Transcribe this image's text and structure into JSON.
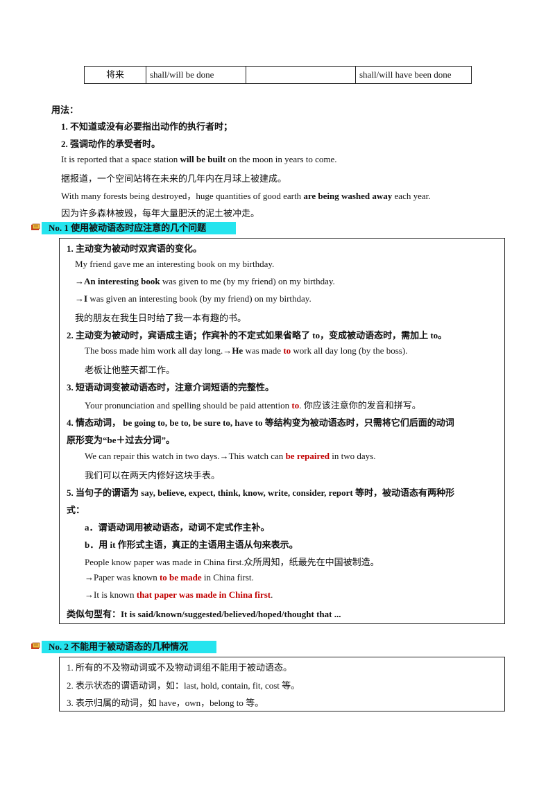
{
  "table_row": {
    "tense": "将来",
    "simple": "shall/will  be done",
    "progressive": "",
    "perfect": "shall/will have  been done"
  },
  "usage": {
    "title": "用法：",
    "point1": "1. 不知道或没有必要指出动作的执行者时；",
    "point2": "2. 强调动作的承受者时。",
    "ex1": {
      "pre": "It is reported that a space station ",
      "bold": "will be built",
      "post": " on the moon in years to come."
    },
    "ex1_cn": "据报道，一个空间站将在未来的几年内在月球上被建成。",
    "ex2": {
      "pre": "With many forests being destroyed，huge quantities of good earth ",
      "bold": "are being washed away",
      "post": " each year."
    },
    "ex2_cn": "因为许多森林被毁，每年大量肥沃的泥土被冲走。"
  },
  "section1": {
    "header": "No. 1    使用被动语态时应注意的几个问题",
    "r1_title": "1. 主动变为被动时双宾语的变化。",
    "r1_ex": "My friend gave me an interesting book on my birthday.",
    "r1_a": {
      "arrow": "→",
      "bold": "An interesting book",
      "post": " was given to me (by my friend) on my birthday."
    },
    "r1_b": {
      "arrow": "→",
      "bold": "I",
      "post": " was given an interesting book (by my friend) on my birthday."
    },
    "r1_cn": "我的朋友在我生日时给了我一本有趣的书。",
    "r2_title": "2. 主动变为被动时，宾语成主语；作宾补的不定式如果省略了 to，变成被动语态时，需加上 to。",
    "r2_ex": {
      "pre": "The boss made him work all day long.→",
      "bold": "He",
      "mid": " was made ",
      "red": "to",
      "post": " work all day long (by the boss)."
    },
    "r2_cn": "老板让他整天都工作。",
    "r3_title": "3. 短语动词变被动语态时，注意介词短语的完整性。",
    "r3_ex": {
      "pre": "Your pronunciation and spelling should be paid attention ",
      "red": "to",
      "post": ". 你应该注意你的发音和拼写。"
    },
    "r4_title_l1": "4. 情态动词，  be going to, be to, be sure to, have to 等结构变为被动语态时，只需将它们后面的动词",
    "r4_title_l2": "原形变为“be＋过去分词”。",
    "r4_ex": {
      "pre": "We can repair this watch in two days.→This watch can ",
      "red": "be repaired",
      "post": " in two days."
    },
    "r4_cn": "我们可以在两天内修好这块手表。",
    "r5_title_l1": "5. 当句子的谓语为 say, believe, expect, think, know, write, consider, report 等时，被动语态有两种形",
    "r5_title_l2": "式：",
    "r5_a": "a．谓语动词用被动语态，动词不定式作主补。",
    "r5_b": "b．用 it 作形式主语，真正的主语用主语从句来表示。",
    "r5_ex": "People know paper was made in China first.众所周知，纸最先在中国被制造。",
    "r5_ex_a": {
      "pre": "→Paper was known ",
      "red": "to be made",
      "post": " in China first."
    },
    "r5_ex_b": {
      "pre": "→It is known ",
      "red": "that paper was made in China first",
      "post": "."
    },
    "similar": "类似句型有：It is said/known/suggested/believed/hoped/thought that ..."
  },
  "section2": {
    "header": "No. 2    不能用于被动语态的几种情况",
    "item1": "1. 所有的不及物动词或不及物动词组不能用于被动语态。",
    "item2": "2. 表示状态的谓语动词，如：last, hold, contain, fit, cost 等。",
    "item3": "3. 表示归属的动词，如 have，own，belong to 等。"
  },
  "icons": {
    "section_marker": "book-icon",
    "accent": "#25e4ee",
    "emphasis": "#c00000"
  }
}
